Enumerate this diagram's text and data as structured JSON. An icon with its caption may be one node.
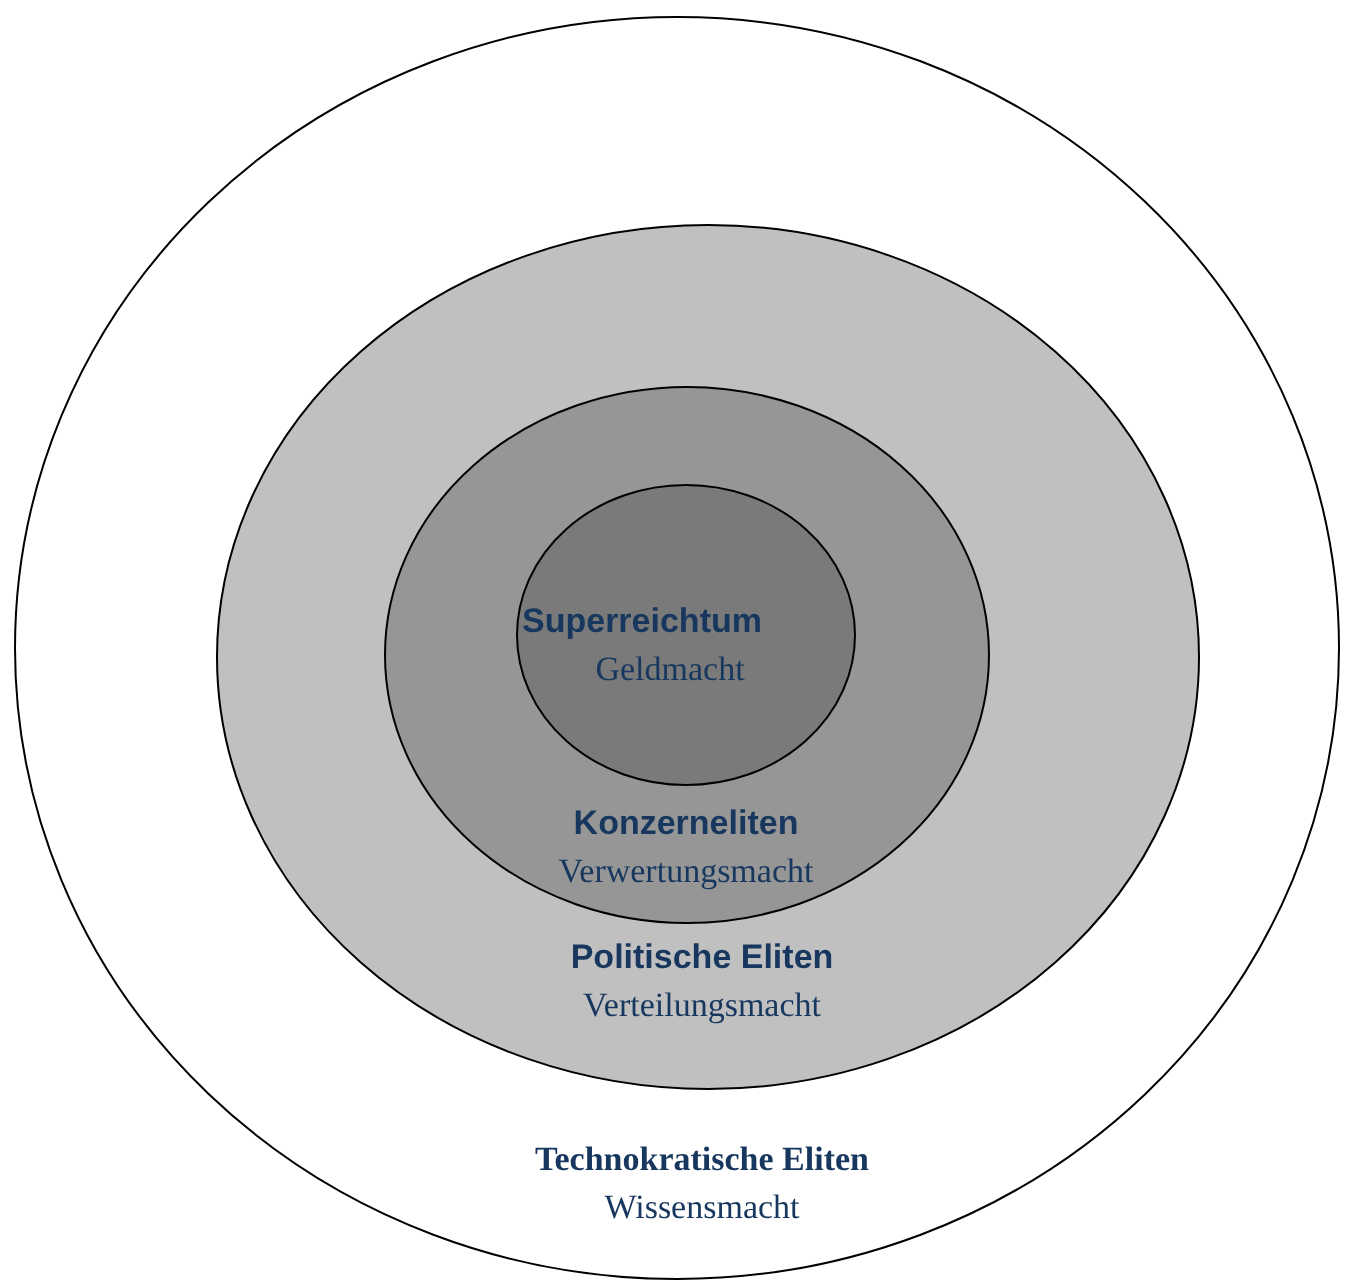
{
  "diagram": {
    "nodes": [
      {
        "text": [
          "Technokratische Eliten",
          "Wissensmacht"
        ]
      },
      {
        "text": [
          "Politische Eliten",
          "Verteilungsmacht"
        ],
        "in": 0
      },
      {
        "text": [
          "Konzerneliten",
          "Verwertungsmacht"
        ],
        "in": 1
      },
      {
        "text": [
          "Superreichtum",
          "Geldmacht"
        ],
        "in": 2
      }
    ]
  }
}
